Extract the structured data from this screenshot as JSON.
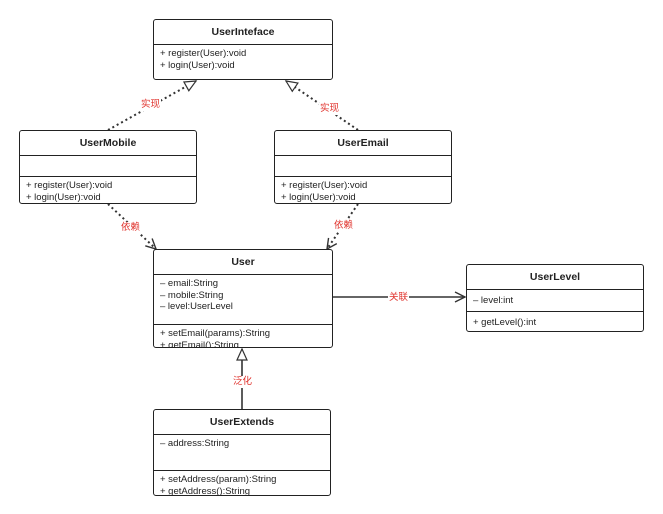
{
  "classes": {
    "user_interface": {
      "name": "UserInteface",
      "attrs": [],
      "methods": [
        "+ register(User):void",
        "+ login(User):void"
      ]
    },
    "user_mobile": {
      "name": "UserMobile",
      "attrs": [],
      "methods": [
        "+ register(User):void",
        "+ login(User):void"
      ]
    },
    "user_email": {
      "name": "UserEmail",
      "attrs": [],
      "methods": [
        "+ register(User):void",
        "+ login(User):void"
      ]
    },
    "user": {
      "name": "User",
      "attrs": [
        "– email:String",
        "– mobile:String",
        "– level:UserLevel"
      ],
      "methods": [
        "+ setEmail(params):String",
        "+ getEmail():String"
      ]
    },
    "user_level": {
      "name": "UserLevel",
      "attrs": [
        "– level:int"
      ],
      "methods": [
        "+ getLevel():int"
      ]
    },
    "user_extends": {
      "name": "UserExtends",
      "attrs": [
        "– address:String"
      ],
      "methods": [
        "+ setAddress(param):String",
        "+ getAddress():String"
      ]
    }
  },
  "relations": {
    "mobile_realizes": "实现",
    "email_realizes": "实现",
    "mobile_depends": "依赖",
    "email_depends": "依赖",
    "user_association": "关联",
    "extends_generalizes": "泛化"
  },
  "colors": {
    "line": "#333333",
    "label": "#e0322c",
    "border": "#222222"
  }
}
